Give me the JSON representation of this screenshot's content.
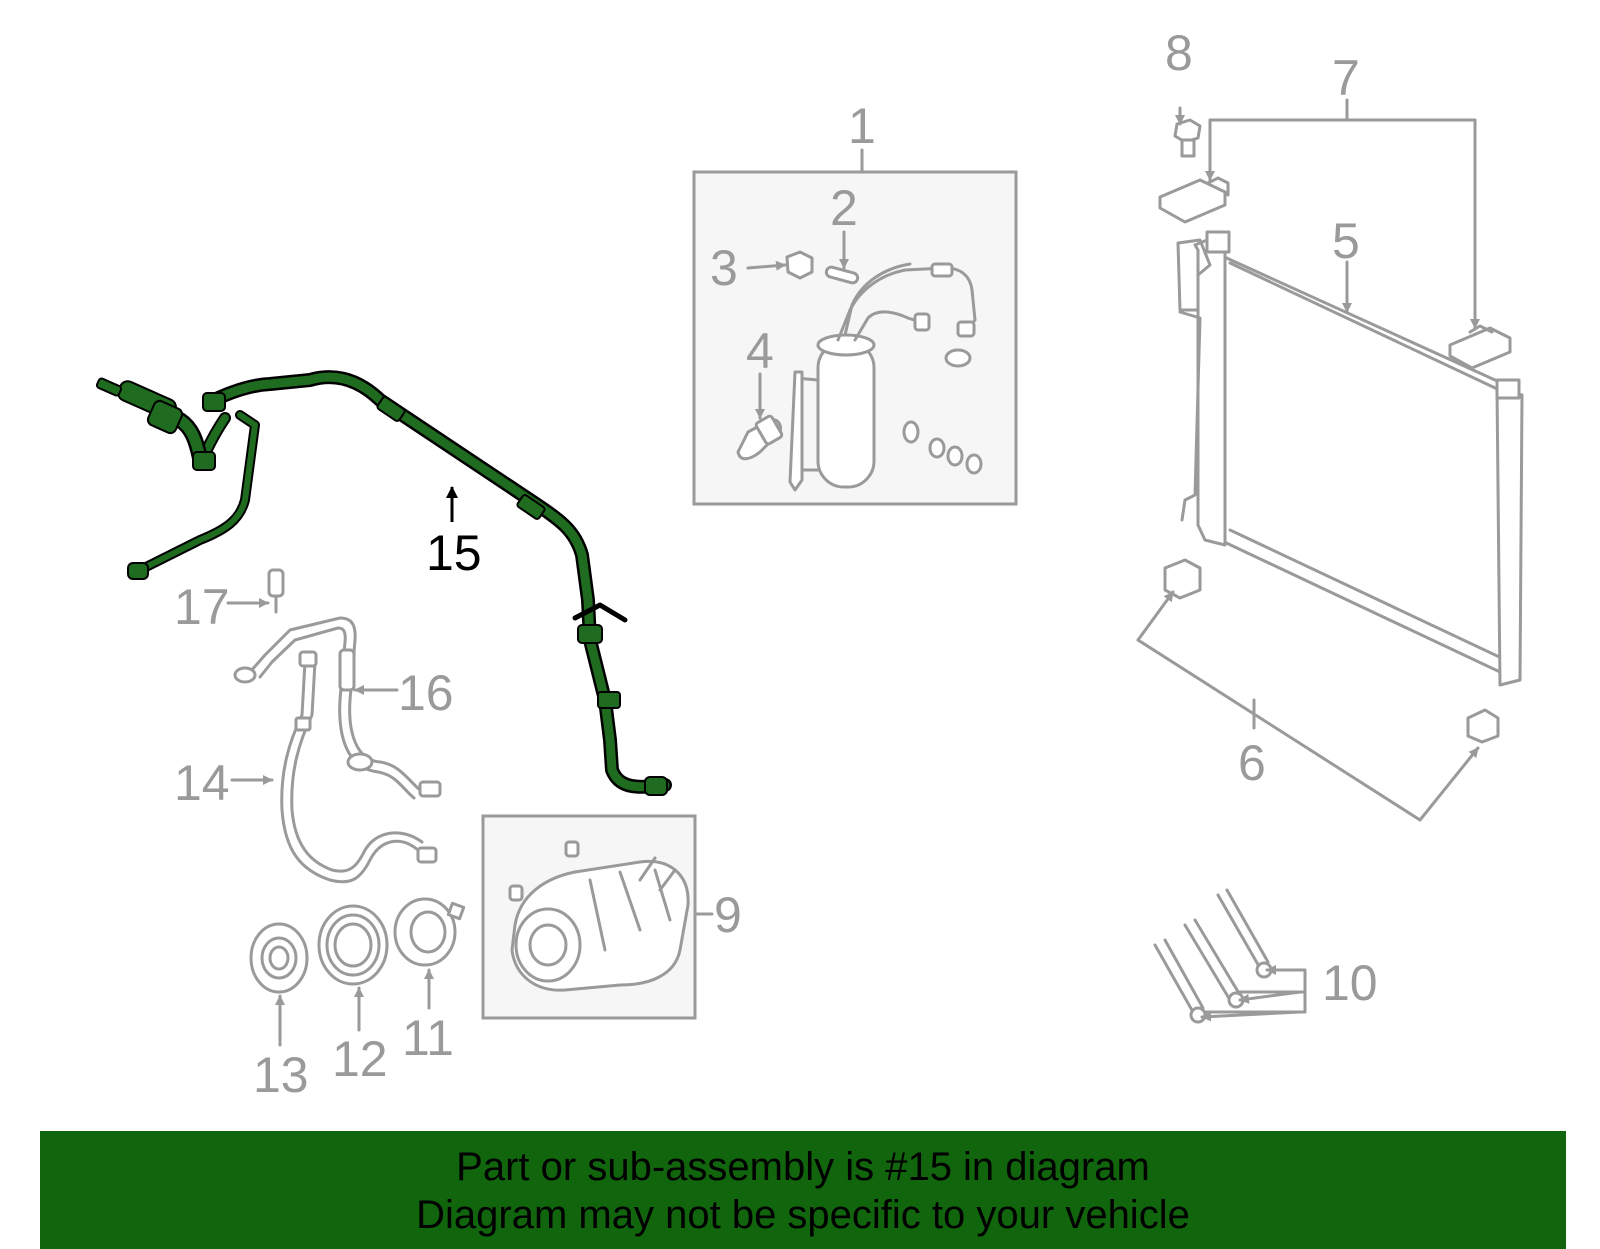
{
  "diagram": {
    "highlighted_part": "15",
    "callouts": {
      "c1": "1",
      "c2": "2",
      "c3": "3",
      "c4": "4",
      "c5": "5",
      "c6": "6",
      "c7": "7",
      "c8": "8",
      "c9": "9",
      "c10": "10",
      "c11": "11",
      "c12": "12",
      "c13": "13",
      "c14": "14",
      "c15": "15",
      "c16": "16",
      "c17": "17"
    },
    "colors": {
      "highlight": "#1f6b1f",
      "linework": "#9a9a9a",
      "banner": "#11650d"
    }
  },
  "banner": {
    "line1": "Part or sub-assembly is #15 in diagram",
    "line2": "Diagram may not be specific to your vehicle"
  }
}
